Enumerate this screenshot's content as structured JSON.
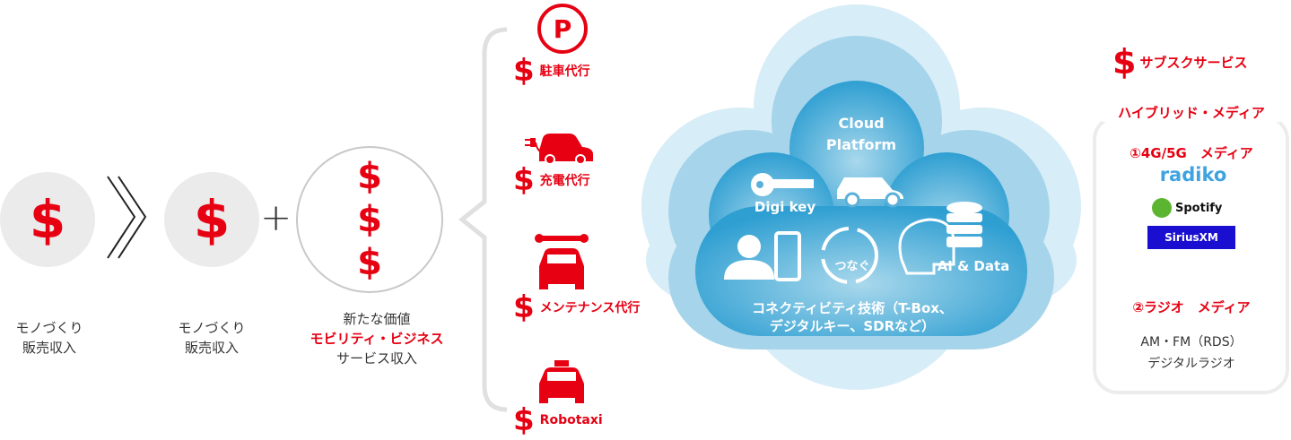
{
  "stage1": {
    "label_line1": "モノづくり",
    "label_line2": "販売収入"
  },
  "stage2": {
    "label_line1": "モノづくり",
    "label_line2": "販売収入"
  },
  "plus": "+",
  "stage3": {
    "label_line1": "新たな価値",
    "label_line2": "モビリティ・ビジネス",
    "label_line3": "サービス収入"
  },
  "services": [
    {
      "icon": "parking-icon",
      "icon_text": "P",
      "label": "駐車代行"
    },
    {
      "icon": "ev-car-icon",
      "label": "充電代行"
    },
    {
      "icon": "maintenance-car-icon",
      "label": "メンテナンス代行"
    },
    {
      "icon": "taxi-icon",
      "label": "Robotaxi"
    }
  ],
  "cloud": {
    "title_line1": "Cloud",
    "title_line2": "Platform",
    "digikey": "Digi key",
    "connect": "つなぐ",
    "ai_data": "AI & Data",
    "tech_line1": "コネクティビティ技術（T-Box、",
    "tech_line2": "デジタルキー、SDRなど）"
  },
  "subscription": {
    "title": "サブスクサービス",
    "box_title": "ハイブリッド・メディア",
    "media1_title": "①4G/5G　メディア",
    "logos": [
      "radiko",
      "Spotify",
      "SiriusXM"
    ],
    "media2_title": "②ラジオ　メディア",
    "media2_line1": "AM・FM（RDS）",
    "media2_line2": "デジタルラジオ"
  },
  "colors": {
    "accent": "#e60012",
    "cloud": "#3fa9d6"
  }
}
